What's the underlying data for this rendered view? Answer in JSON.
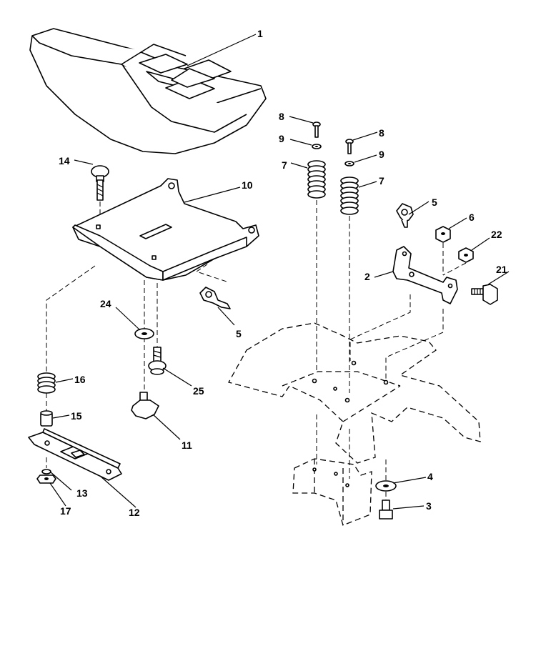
{
  "callouts": {
    "p1": "1",
    "p8a": "8",
    "p9a": "9",
    "p7a": "7",
    "p8b": "8",
    "p9b": "9",
    "p7b": "7",
    "p14": "14",
    "p10": "10",
    "p5a": "5",
    "p6": "6",
    "p22": "22",
    "p2": "2",
    "p21": "21",
    "p24": "24",
    "p5b": "5",
    "p16": "16",
    "p25": "25",
    "p15": "15",
    "p11": "11",
    "p4": "4",
    "p13": "13",
    "p3": "3",
    "p17": "17",
    "p12": "12"
  }
}
